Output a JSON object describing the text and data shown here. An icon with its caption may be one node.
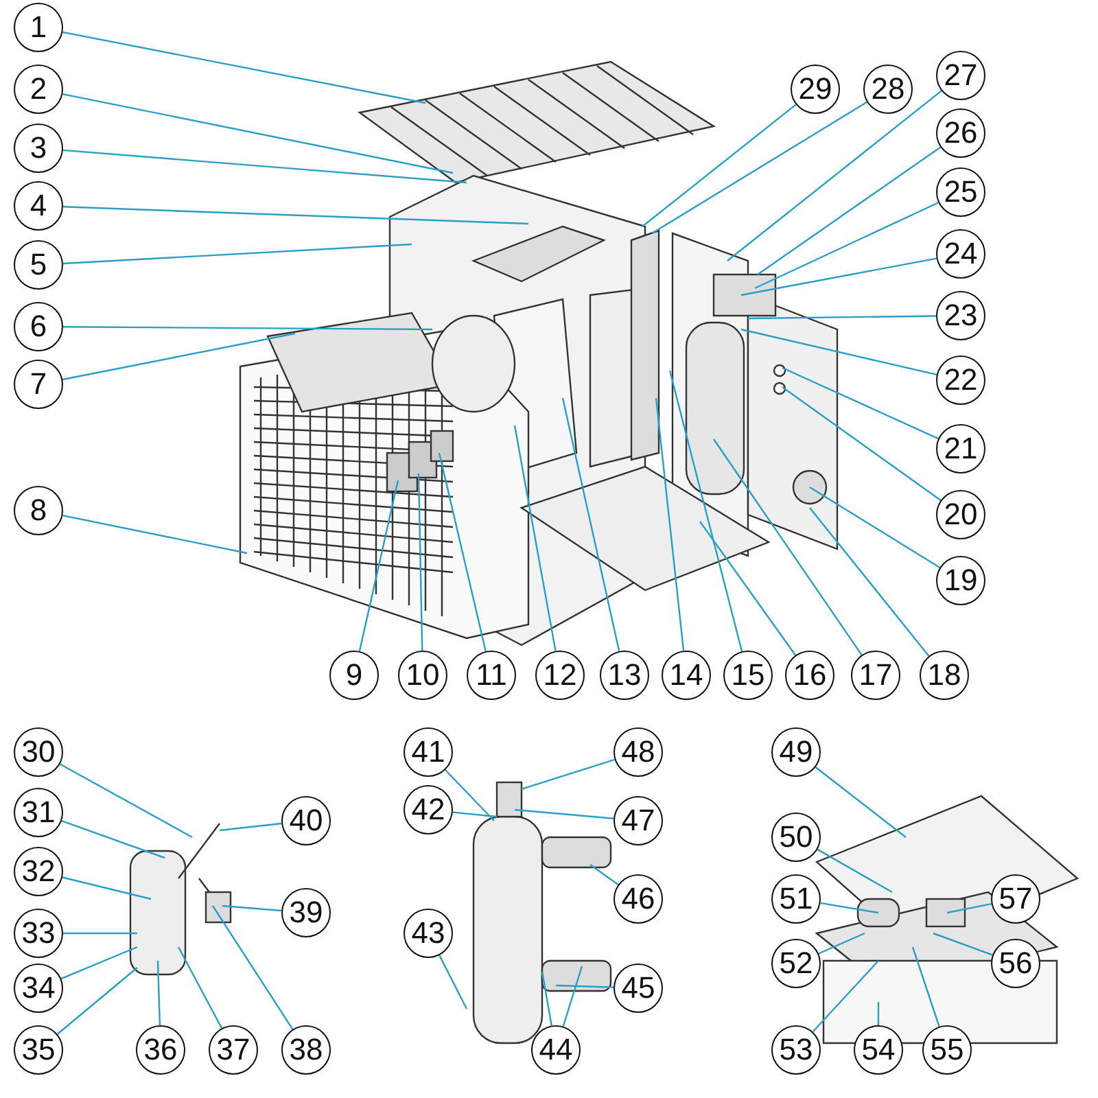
{
  "diagram": {
    "nodes": [
      {
        "text": [
          "1"
        ]
      },
      {
        "text": [
          "2"
        ]
      },
      {
        "text": [
          "3"
        ]
      },
      {
        "text": [
          "4"
        ]
      },
      {
        "text": [
          "5"
        ]
      },
      {
        "text": [
          "6"
        ]
      },
      {
        "text": [
          "7"
        ]
      },
      {
        "text": [
          "8"
        ]
      },
      {
        "text": [
          "9"
        ]
      },
      {
        "text": [
          "10"
        ]
      },
      {
        "text": [
          "11"
        ]
      },
      {
        "text": [
          "12"
        ]
      },
      {
        "text": [
          "13"
        ]
      },
      {
        "text": [
          "14"
        ]
      },
      {
        "text": [
          "15"
        ]
      },
      {
        "text": [
          "16"
        ]
      },
      {
        "text": [
          "17"
        ]
      },
      {
        "text": [
          "18"
        ]
      },
      {
        "text": [
          "19"
        ]
      },
      {
        "text": [
          "20"
        ]
      },
      {
        "text": [
          "21"
        ]
      },
      {
        "text": [
          "22"
        ]
      },
      {
        "text": [
          "23"
        ]
      },
      {
        "text": [
          "24"
        ]
      },
      {
        "text": [
          "25"
        ]
      },
      {
        "text": [
          "26"
        ]
      },
      {
        "text": [
          "27"
        ]
      },
      {
        "text": [
          "28"
        ]
      },
      {
        "text": [
          "29"
        ]
      },
      {
        "text": [
          "30"
        ]
      },
      {
        "text": [
          "31"
        ]
      },
      {
        "text": [
          "32"
        ]
      },
      {
        "text": [
          "33"
        ]
      },
      {
        "text": [
          "34"
        ]
      },
      {
        "text": [
          "35"
        ]
      },
      {
        "text": [
          "36"
        ]
      },
      {
        "text": [
          "37"
        ]
      },
      {
        "text": [
          "38"
        ]
      },
      {
        "text": [
          "39"
        ]
      },
      {
        "text": [
          "40"
        ]
      },
      {
        "text": [
          "41"
        ]
      },
      {
        "text": [
          "42"
        ]
      },
      {
        "text": [
          "43"
        ]
      },
      {
        "text": [
          "44"
        ]
      },
      {
        "text": [
          "45"
        ]
      },
      {
        "text": [
          "46"
        ]
      },
      {
        "text": [
          "47"
        ]
      },
      {
        "text": [
          "48"
        ]
      },
      {
        "text": [
          "49"
        ]
      },
      {
        "text": [
          "50"
        ]
      },
      {
        "text": [
          "51"
        ]
      },
      {
        "text": [
          "52"
        ]
      },
      {
        "text": [
          "53"
        ]
      },
      {
        "text": [
          "54"
        ]
      },
      {
        "text": [
          "55"
        ]
      },
      {
        "text": [
          "56"
        ]
      },
      {
        "text": [
          "57"
        ]
      }
    ],
    "edges": [
      {
        "from": 0,
        "to": null,
        "arrow": "none"
      },
      {
        "from": 1,
        "to": null,
        "arrow": "none"
      },
      {
        "from": 2,
        "to": null,
        "arrow": "none"
      },
      {
        "from": 3,
        "to": null,
        "arrow": "none"
      },
      {
        "from": 4,
        "to": null,
        "arrow": "none"
      },
      {
        "from": 5,
        "to": null,
        "arrow": "none"
      },
      {
        "from": 6,
        "to": null,
        "arrow": "none"
      },
      {
        "from": 7,
        "to": null,
        "arrow": "none"
      },
      {
        "from": 8,
        "to": null,
        "arrow": "none"
      },
      {
        "from": 9,
        "to": null,
        "arrow": "none"
      },
      {
        "from": 10,
        "to": null,
        "arrow": "none"
      },
      {
        "from": 11,
        "to": null,
        "arrow": "none"
      },
      {
        "from": 12,
        "to": null,
        "arrow": "none"
      },
      {
        "from": 13,
        "to": null,
        "arrow": "none"
      },
      {
        "from": 14,
        "to": null,
        "arrow": "none"
      },
      {
        "from": 15,
        "to": null,
        "arrow": "none"
      },
      {
        "from": 16,
        "to": null,
        "arrow": "none"
      },
      {
        "from": 17,
        "to": null,
        "arrow": "none"
      },
      {
        "from": 18,
        "to": null,
        "arrow": "none"
      },
      {
        "from": 19,
        "to": null,
        "arrow": "none"
      },
      {
        "from": 20,
        "to": null,
        "arrow": "none"
      },
      {
        "from": 21,
        "to": null,
        "arrow": "none"
      },
      {
        "from": 22,
        "to": null,
        "arrow": "none"
      },
      {
        "from": 23,
        "to": null,
        "arrow": "none"
      },
      {
        "from": 24,
        "to": null,
        "arrow": "none"
      },
      {
        "from": 25,
        "to": null,
        "arrow": "none"
      },
      {
        "from": 26,
        "to": null,
        "arrow": "none"
      },
      {
        "from": 27,
        "to": null,
        "arrow": "none"
      },
      {
        "from": 28,
        "to": null,
        "arrow": "none"
      },
      {
        "from": 29,
        "to": null,
        "arrow": "none"
      },
      {
        "from": 30,
        "to": null,
        "arrow": "none"
      },
      {
        "from": 31,
        "to": null,
        "arrow": "none"
      },
      {
        "from": 32,
        "to": null,
        "arrow": "none"
      },
      {
        "from": 33,
        "to": null,
        "arrow": "none"
      },
      {
        "from": 34,
        "to": null,
        "arrow": "none"
      },
      {
        "from": 35,
        "to": null,
        "arrow": "none"
      },
      {
        "from": 36,
        "to": null,
        "arrow": "none"
      },
      {
        "from": 37,
        "to": null,
        "arrow": "none"
      },
      {
        "from": 38,
        "to": null,
        "arrow": "none"
      },
      {
        "from": 39,
        "to": null,
        "arrow": "none"
      },
      {
        "from": 40,
        "to": null,
        "arrow": "none"
      },
      {
        "from": 41,
        "to": null,
        "arrow": "none"
      },
      {
        "from": 42,
        "to": null,
        "arrow": "none"
      },
      {
        "from": 43,
        "to": null,
        "arrow": "none"
      },
      {
        "from": 43,
        "to": null,
        "arrow": "none"
      },
      {
        "from": 44,
        "to": null,
        "arrow": "none"
      },
      {
        "from": 45,
        "to": null,
        "arrow": "none"
      },
      {
        "from": 46,
        "to": null,
        "arrow": "none"
      },
      {
        "from": 47,
        "to": null,
        "arrow": "none"
      },
      {
        "from": 48,
        "to": null,
        "arrow": "none"
      },
      {
        "from": 49,
        "to": null,
        "arrow": "none"
      },
      {
        "from": 50,
        "to": null,
        "arrow": "none"
      },
      {
        "from": 51,
        "to": null,
        "arrow": "none"
      },
      {
        "from": 52,
        "to": null,
        "arrow": "none"
      },
      {
        "from": 53,
        "to": null,
        "arrow": "none"
      },
      {
        "from": 54,
        "to": null,
        "arrow": "none"
      },
      {
        "from": 55,
        "to": null,
        "arrow": "none"
      },
      {
        "from": 56,
        "to": null,
        "arrow": "none"
      }
    ]
  }
}
